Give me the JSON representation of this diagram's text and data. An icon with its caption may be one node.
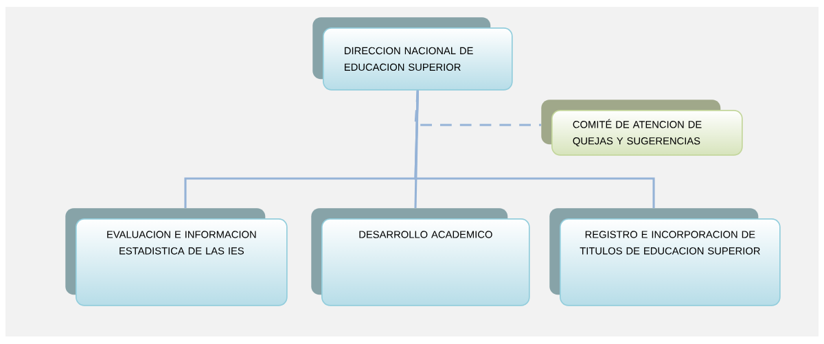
{
  "diagram": {
    "nodes": [
      {
        "text": [
          "DIRECCION NACIONAL DE EDUCACION SUPERIOR"
        ]
      },
      {
        "text": [
          "COMITÉ DE ATENCION DE QUEJAS Y SUGERENCIAS"
        ]
      },
      {
        "text": [
          "EVALUACION E INFORMACION ESTADISTICA DE LAS IES"
        ]
      },
      {
        "text": [
          "DESARROLLO  ACADEMICO"
        ]
      },
      {
        "text": [
          "REGISTRO E INCORPORACION DE TITULOS DE EDUCACION SUPERIOR"
        ]
      }
    ],
    "edges": [
      {
        "from": 0,
        "to": 1,
        "arrow": "none",
        "style": "dashed"
      },
      {
        "from": 0,
        "to": 2,
        "arrow": "none"
      },
      {
        "from": 0,
        "to": 3,
        "arrow": "none"
      },
      {
        "from": 0,
        "to": 4,
        "arrow": "none"
      }
    ]
  }
}
